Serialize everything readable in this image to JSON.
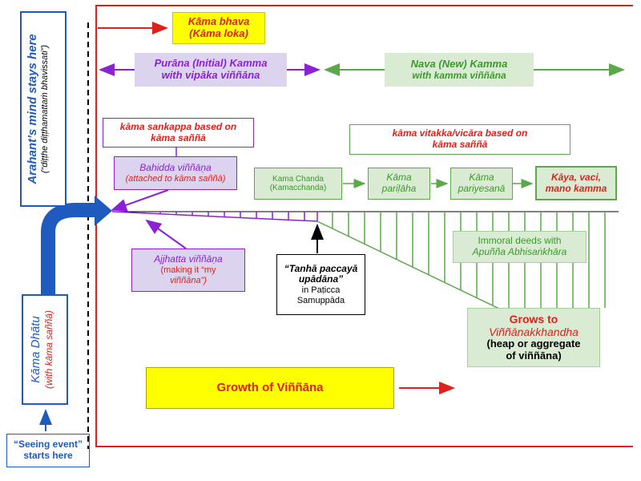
{
  "arahant": {
    "title": "Arahant’s mind stays here",
    "subtitle": "(“diṭṭhe diṭṭhamattaṁ bhavissati”)"
  },
  "kama_dhatu": {
    "line1": "Kāma Dhātu",
    "line2": "(with kāma saññā)"
  },
  "seeing_event": {
    "line1": "“Seeing event”",
    "line2": "starts here"
  },
  "kama_bhava": {
    "line1": "Kāma bhava",
    "line2": "(Kāma loka)"
  },
  "purana": {
    "line1": "Purāna (Initial) Kamma",
    "line2": "with vipāka viññāna"
  },
  "nava": {
    "line1": "Nava (New) Kamma",
    "line2": "with kamma viññāna"
  },
  "kama_sankappa": {
    "line1": "kāma sankappa based on",
    "line2": "kāma saññā"
  },
  "bahidda": {
    "line1": "Bahidda viññāṇa",
    "line2": "(attached to kāma saññā)"
  },
  "kama_vitakka": {
    "line1": "kāma vitakka/vicāra based on",
    "line2": "kāma saññā"
  },
  "chain": [
    {
      "line1": "Kama Chanda",
      "line2": "(Kamacchanda)"
    },
    {
      "line1": "Kāma",
      "line2": "pariḷāha"
    },
    {
      "line1": "Kāma",
      "line2": "pariyesanā"
    },
    {
      "line1": "Kāya, vaci,",
      "line2": "mano kamma"
    }
  ],
  "immoral": {
    "line1": "Immoral deeds with",
    "line2": "Apuñña Abhisaṅkhāra"
  },
  "ajjhatta": {
    "line1": "Ajjhatta viññāṇa",
    "line2": "(making it “my",
    "line3": "viññāna”)"
  },
  "tanha": {
    "line1": "“Tanhā paccayā",
    "line2": "upādāna”",
    "line3": "in Paṭicca",
    "line4": "Samuppāda"
  },
  "grows": {
    "line1": "Grows to",
    "line2": "Viññānakkhandha",
    "line3": "(heap or aggregate",
    "line4": "of viññāna)"
  },
  "growth": {
    "label": "Growth of Viññāna"
  },
  "colors": {
    "red": "#e0201b",
    "purple": "#8b21d6",
    "green": "#3a9a2a",
    "blue": "#1f5bbf",
    "yellow": "#ffff00"
  }
}
